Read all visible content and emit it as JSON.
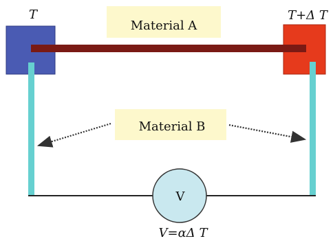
{
  "labels": {
    "material_a": "Material A",
    "material_b": "Material B",
    "cold_temp": "T",
    "hot_temp": "T+Δ T",
    "voltmeter": "V",
    "formula": "V=αΔ T"
  },
  "colors": {
    "cold_block": "#4a5bb3",
    "hot_block": "#e63a1c",
    "material_a_bar": "#7a1a14",
    "material_b_leg": "#66d0d0",
    "wire": "#222222",
    "voltmeter_fill": "#c9e8ef",
    "label_box": "#fdf8cc"
  }
}
